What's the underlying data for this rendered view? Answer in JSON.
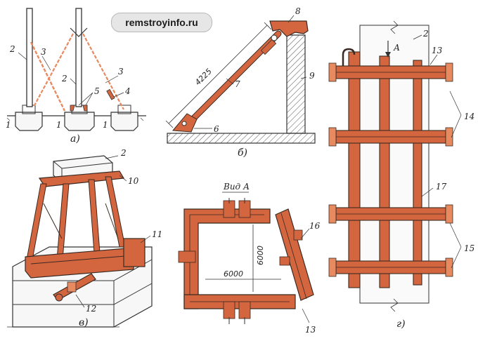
{
  "watermark": "remstroyinfo.ru",
  "colors": {
    "accent": "#d4663f",
    "accent_light": "#e88a60",
    "outline": "#3a2a22",
    "concrete": "#f5f5f5",
    "hatch": "#555555"
  },
  "figures": {
    "a": {
      "caption": "а)",
      "labels": {
        "base_left": "1",
        "base_mid": "1",
        "base_right": "1",
        "column_left": "2",
        "column_mid": "2",
        "brace_left": "3",
        "brace_right": "3",
        "turnbuckle": "4",
        "wedges": "5"
      }
    },
    "b": {
      "caption": "б)",
      "dimension": "4225",
      "labels": {
        "anchor": "6",
        "strut": "7",
        "clamp": "8",
        "column": "9"
      }
    },
    "v": {
      "caption": "в)",
      "labels": {
        "column": "2",
        "head_frame": "10",
        "base_frame": "11",
        "jack": "12"
      }
    },
    "g": {
      "caption": "г)",
      "view_marker": "А",
      "labels": {
        "column": "2",
        "bolt": "13",
        "collar": "14",
        "frame": "17",
        "collar_lower": "15"
      }
    },
    "view_a": {
      "title": "Вид А",
      "dim_horizontal": "6000",
      "dim_vertical": "6000",
      "labels": {
        "hinge_frame": "16",
        "bolt": "13"
      }
    }
  }
}
